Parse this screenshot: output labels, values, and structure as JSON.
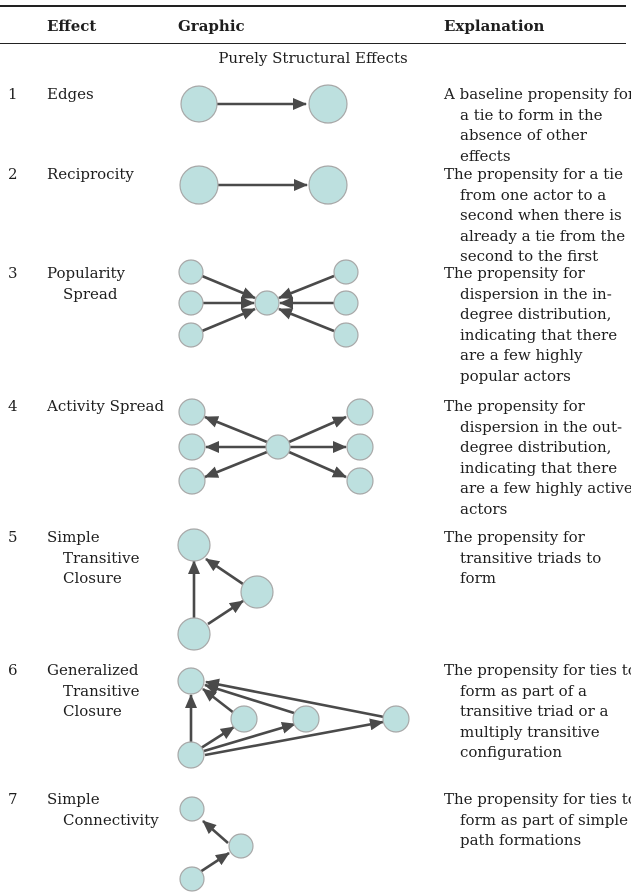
{
  "table": {
    "headers": {
      "effect": "Effect",
      "graphic": "Graphic",
      "explanation": "Explanation"
    },
    "section_title": "Purely Structural Effects",
    "rows": [
      {
        "number": "1",
        "effect_lines": [
          "Edges"
        ],
        "explanation_lines": [
          "A baseline propensity for",
          "a tie to form in the",
          "absence of other",
          "effects"
        ]
      },
      {
        "number": "2",
        "effect_lines": [
          "Reciprocity"
        ],
        "explanation_lines": [
          "The propensity for a tie",
          "from one actor to a",
          "second when there is",
          "already a tie from the",
          "second to the first"
        ]
      },
      {
        "number": "3",
        "effect_lines": [
          "Popularity",
          "Spread"
        ],
        "explanation_lines": [
          "The propensity for",
          "dispersion in the in-",
          "degree distribution,",
          "indicating that there",
          "are a few highly",
          "popular actors"
        ]
      },
      {
        "number": "4",
        "effect_lines": [
          "Activity Spread"
        ],
        "explanation_lines": [
          "The propensity for",
          "dispersion in the out-",
          "degree distribution,",
          "indicating that there",
          "are a few highly active",
          "actors"
        ]
      },
      {
        "number": "5",
        "effect_lines": [
          "Simple",
          "Transitive",
          "Closure"
        ],
        "explanation_lines": [
          "The propensity for",
          "transitive triads to",
          "form"
        ]
      },
      {
        "number": "6",
        "effect_lines": [
          "Generalized",
          "Transitive",
          "Closure"
        ],
        "explanation_lines": [
          "The propensity for ties to",
          "form as part of a",
          "transitive triad or a",
          "multiply transitive",
          "configuration"
        ]
      },
      {
        "number": "7",
        "effect_lines": [
          "Simple",
          "Connectivity"
        ],
        "explanation_lines": [
          "The propensity for ties to",
          "form as part of simple",
          "path formations"
        ]
      }
    ]
  },
  "colors": {
    "node_fill": "#bde0df",
    "node_stroke": "#a8a8a8",
    "edge": "#4a4a4a"
  }
}
